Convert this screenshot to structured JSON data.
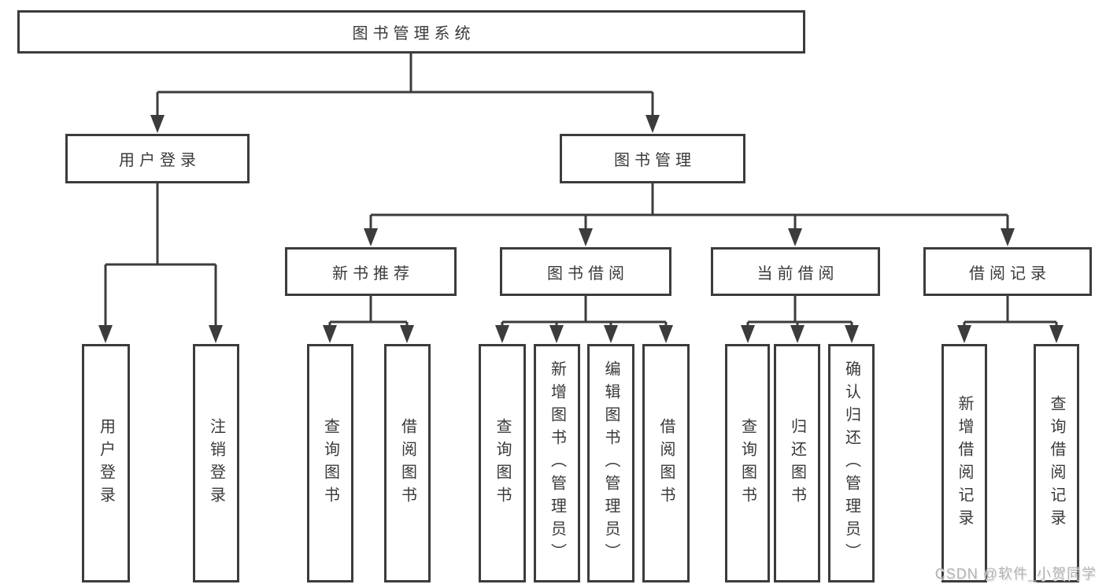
{
  "title": "图书管理系统",
  "watermark": "CSDN @软件_小贺同学",
  "colors": {
    "line": "#3c3c3c",
    "text": "#3a3a3a",
    "background": "#ffffff",
    "watermark": "#b3b3b3"
  },
  "tree": {
    "label": "图书管理系统",
    "children": [
      {
        "label": "用户登录",
        "children": [
          {
            "label": "用户登录"
          },
          {
            "label": "注销登录"
          }
        ]
      },
      {
        "label": "图书管理",
        "children": [
          {
            "label": "新书推荐",
            "children": [
              {
                "label": "查询图书"
              },
              {
                "label": "借阅图书"
              }
            ]
          },
          {
            "label": "图书借阅",
            "children": [
              {
                "label": "查询图书"
              },
              {
                "label": "新增图书（管理员）"
              },
              {
                "label": "编辑图书（管理员）"
              },
              {
                "label": "借阅图书"
              }
            ]
          },
          {
            "label": "当前借阅",
            "children": [
              {
                "label": "查询图书"
              },
              {
                "label": "归还图书"
              },
              {
                "label": "确认归还（管理员）"
              }
            ]
          },
          {
            "label": "借阅记录",
            "children": [
              {
                "label": "新增借阅记录"
              },
              {
                "label": "查询借阅记录"
              }
            ]
          }
        ]
      }
    ]
  }
}
